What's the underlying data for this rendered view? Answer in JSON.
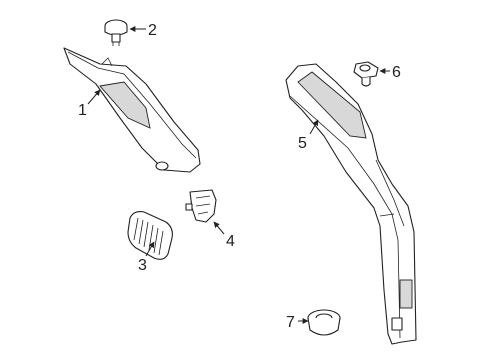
{
  "callouts": [
    {
      "id": "1",
      "text": "1",
      "part": "a-pillar-trim"
    },
    {
      "id": "2",
      "text": "2",
      "part": "push-clip"
    },
    {
      "id": "3",
      "text": "3",
      "part": "vent-grille"
    },
    {
      "id": "4",
      "text": "4",
      "part": "retainer-clip"
    },
    {
      "id": "5",
      "text": "5",
      "part": "b-pillar-trim"
    },
    {
      "id": "6",
      "text": "6",
      "part": "fastener-clip"
    },
    {
      "id": "7",
      "text": "7",
      "part": "grommet"
    }
  ],
  "colors": {
    "line": "#222222",
    "shade": "#d8d8d8",
    "background": "#ffffff"
  }
}
